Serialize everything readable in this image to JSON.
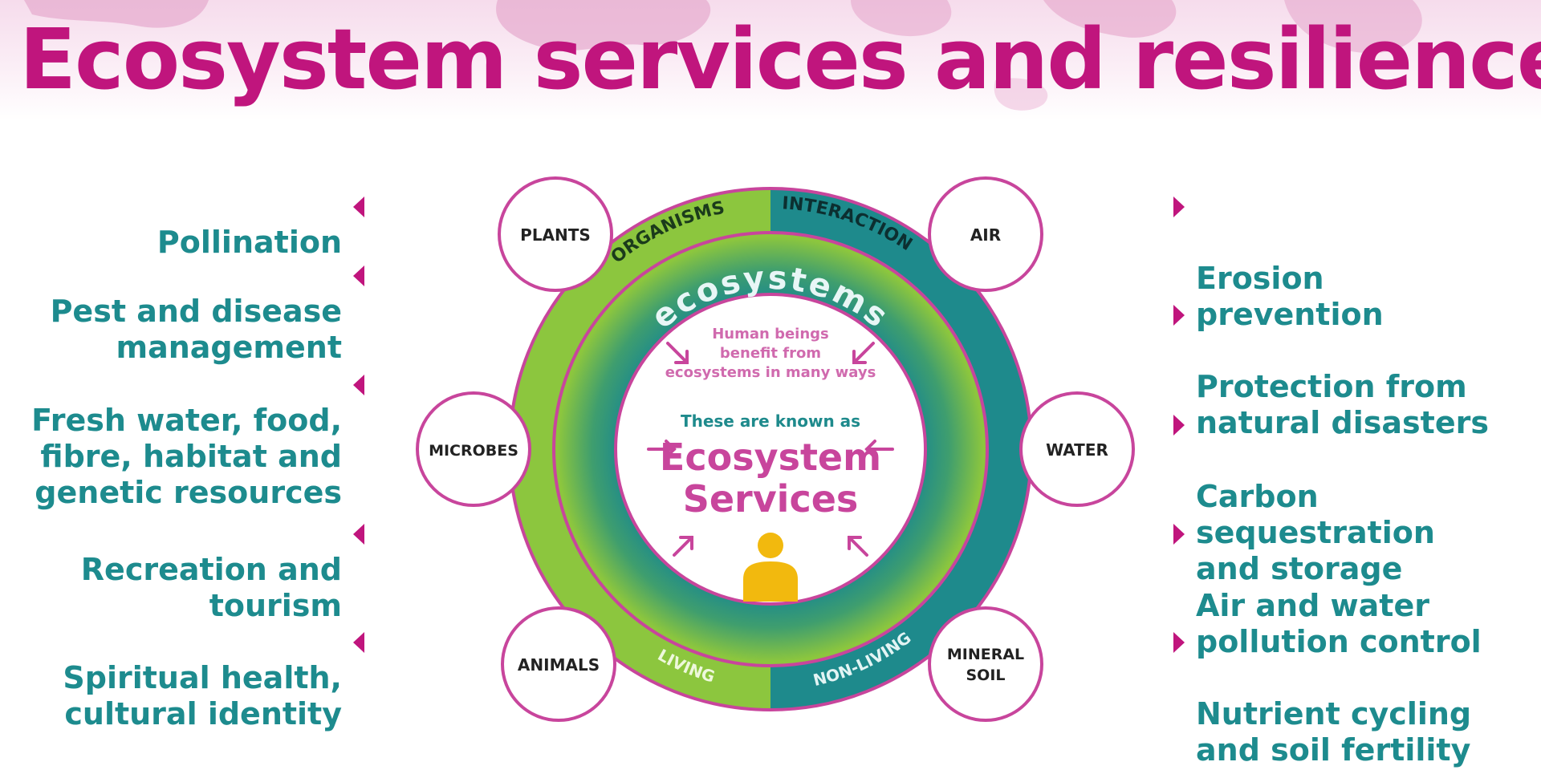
{
  "title": "Ecosystem services and resilience",
  "colors": {
    "title": "#c0157d",
    "service_text": "#1d8b8e",
    "living_green": "#8cc63e",
    "non_living_teal": "#1e8a8c",
    "circle_border": "#c8459c",
    "person": "#f2b90e"
  },
  "left_services": [
    "Pollination",
    "Pest and disease\nmanagement",
    "Fresh water, food,\nfibre, habitat and\ngenetic resources",
    "Recreation and\ntourism",
    "Spiritual health,\ncultural identity"
  ],
  "right_services": [
    "Erosion\nprevention",
    "Protection from\nnatural disasters",
    "Carbon sequestration\nand storage",
    "Air and water\npollution control",
    "Nutrient cycling\nand soil fertility"
  ],
  "diagram": {
    "ring_top_left": "ORGANISMS",
    "ring_top_right": "INTERACTION",
    "ring_bottom_left": "LIVING",
    "ring_bottom_right": "NON-LIVING",
    "inner_ring_label": "ecosystems",
    "center_intro": [
      "Human beings",
      "benefit from",
      "ecosystems in many ways"
    ],
    "center_known_as": "These are known as",
    "center_title": [
      "Ecosystem",
      "Services"
    ],
    "nodes": {
      "plants": "PLANTS",
      "microbes": "MICROBES",
      "animals": "ANIMALS",
      "air": "AIR",
      "water": "WATER",
      "mineral_soil": [
        "MINERAL",
        "SOIL"
      ]
    }
  }
}
